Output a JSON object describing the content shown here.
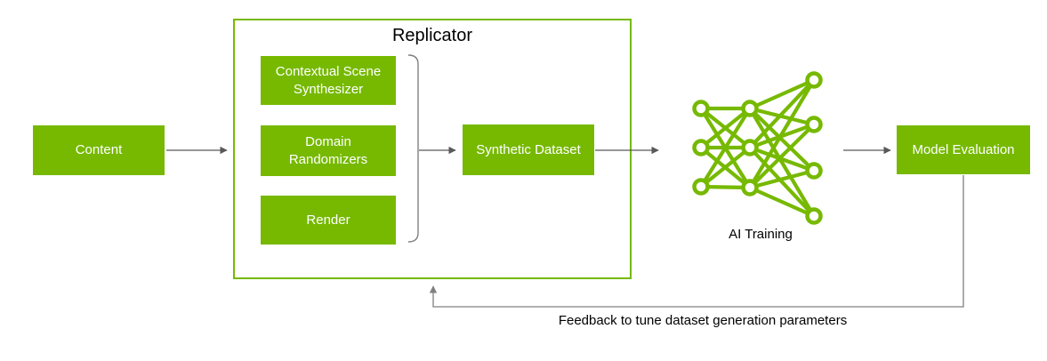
{
  "diagram": {
    "content_box_label": "Content",
    "replicator": {
      "title": "Replicator",
      "modules": [
        {
          "label": "Contextual Scene Synthesizer"
        },
        {
          "label": "Domain Randomizers"
        },
        {
          "label": "Render"
        }
      ]
    },
    "synthetic_dataset_label": "Synthetic Dataset",
    "ai_training_label": "AI Training",
    "model_evaluation_label": "Model Evaluation",
    "feedback_label": "Feedback to tune dataset generation parameters"
  },
  "icons": {
    "neural_network": "neural-network-icon"
  },
  "colors": {
    "nvidia_green": "#76b900",
    "arrow_gray": "#595959",
    "feedback_gray": "#808080",
    "label_black": "#000000",
    "box_text_white": "#ffffff",
    "background": "#ffffff"
  }
}
